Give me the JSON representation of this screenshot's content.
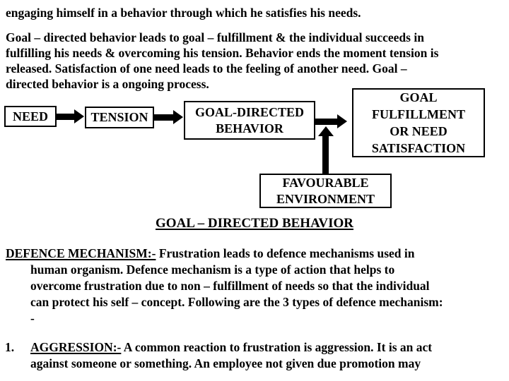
{
  "colors": {
    "background": "#ffffff",
    "text": "#000000",
    "box_border": "#000000",
    "arrow": "#000000"
  },
  "intro": {
    "line1": "engaging himself in a behavior through which he satisfies his needs.",
    "para2_lines": [
      "Goal – directed behavior leads to goal – fulfillment & the individual succeeds in",
      "fulfilling his needs & overcoming his tension. Behavior ends the moment tension is",
      "released. Satisfaction of one need leads to the feeling of another need. Goal –",
      "directed behavior is a ongoing process."
    ]
  },
  "diagram": {
    "boxes": {
      "need": {
        "label": "NEED"
      },
      "tension": {
        "label": "TENSION"
      },
      "goal_directed": {
        "line1": "GOAL-DIRECTED",
        "line2": "BEHAVIOR"
      },
      "goal_fulfillment": {
        "line1": "GOAL",
        "line2": "FULFILLMENT",
        "line3": "OR NEED",
        "line4": "SATISFACTION"
      },
      "favourable": {
        "line1": "FAVOURABLE",
        "line2": "ENVIRONMENT"
      }
    },
    "caption": "GOAL – DIRECTED BEHAVIOR"
  },
  "defence": {
    "heading": "DEFENCE MECHANISM:-",
    "line1_rest": " Frustration leads to defence mechanisms used in",
    "lines": [
      "human organism. Defence mechanism is a type of action that helps to",
      "overcome frustration due to non – fulfillment of needs so that the individual",
      "can protect his self – concept. Following are the 3 types of defence mechanism:",
      "-"
    ]
  },
  "aggression": {
    "number": "1.",
    "heading": "AGGRESSION:-",
    "line1_rest": " A common reaction to frustration is aggression. It is an act",
    "lines": [
      "against someone or something. An employee not given due promotion may"
    ]
  }
}
